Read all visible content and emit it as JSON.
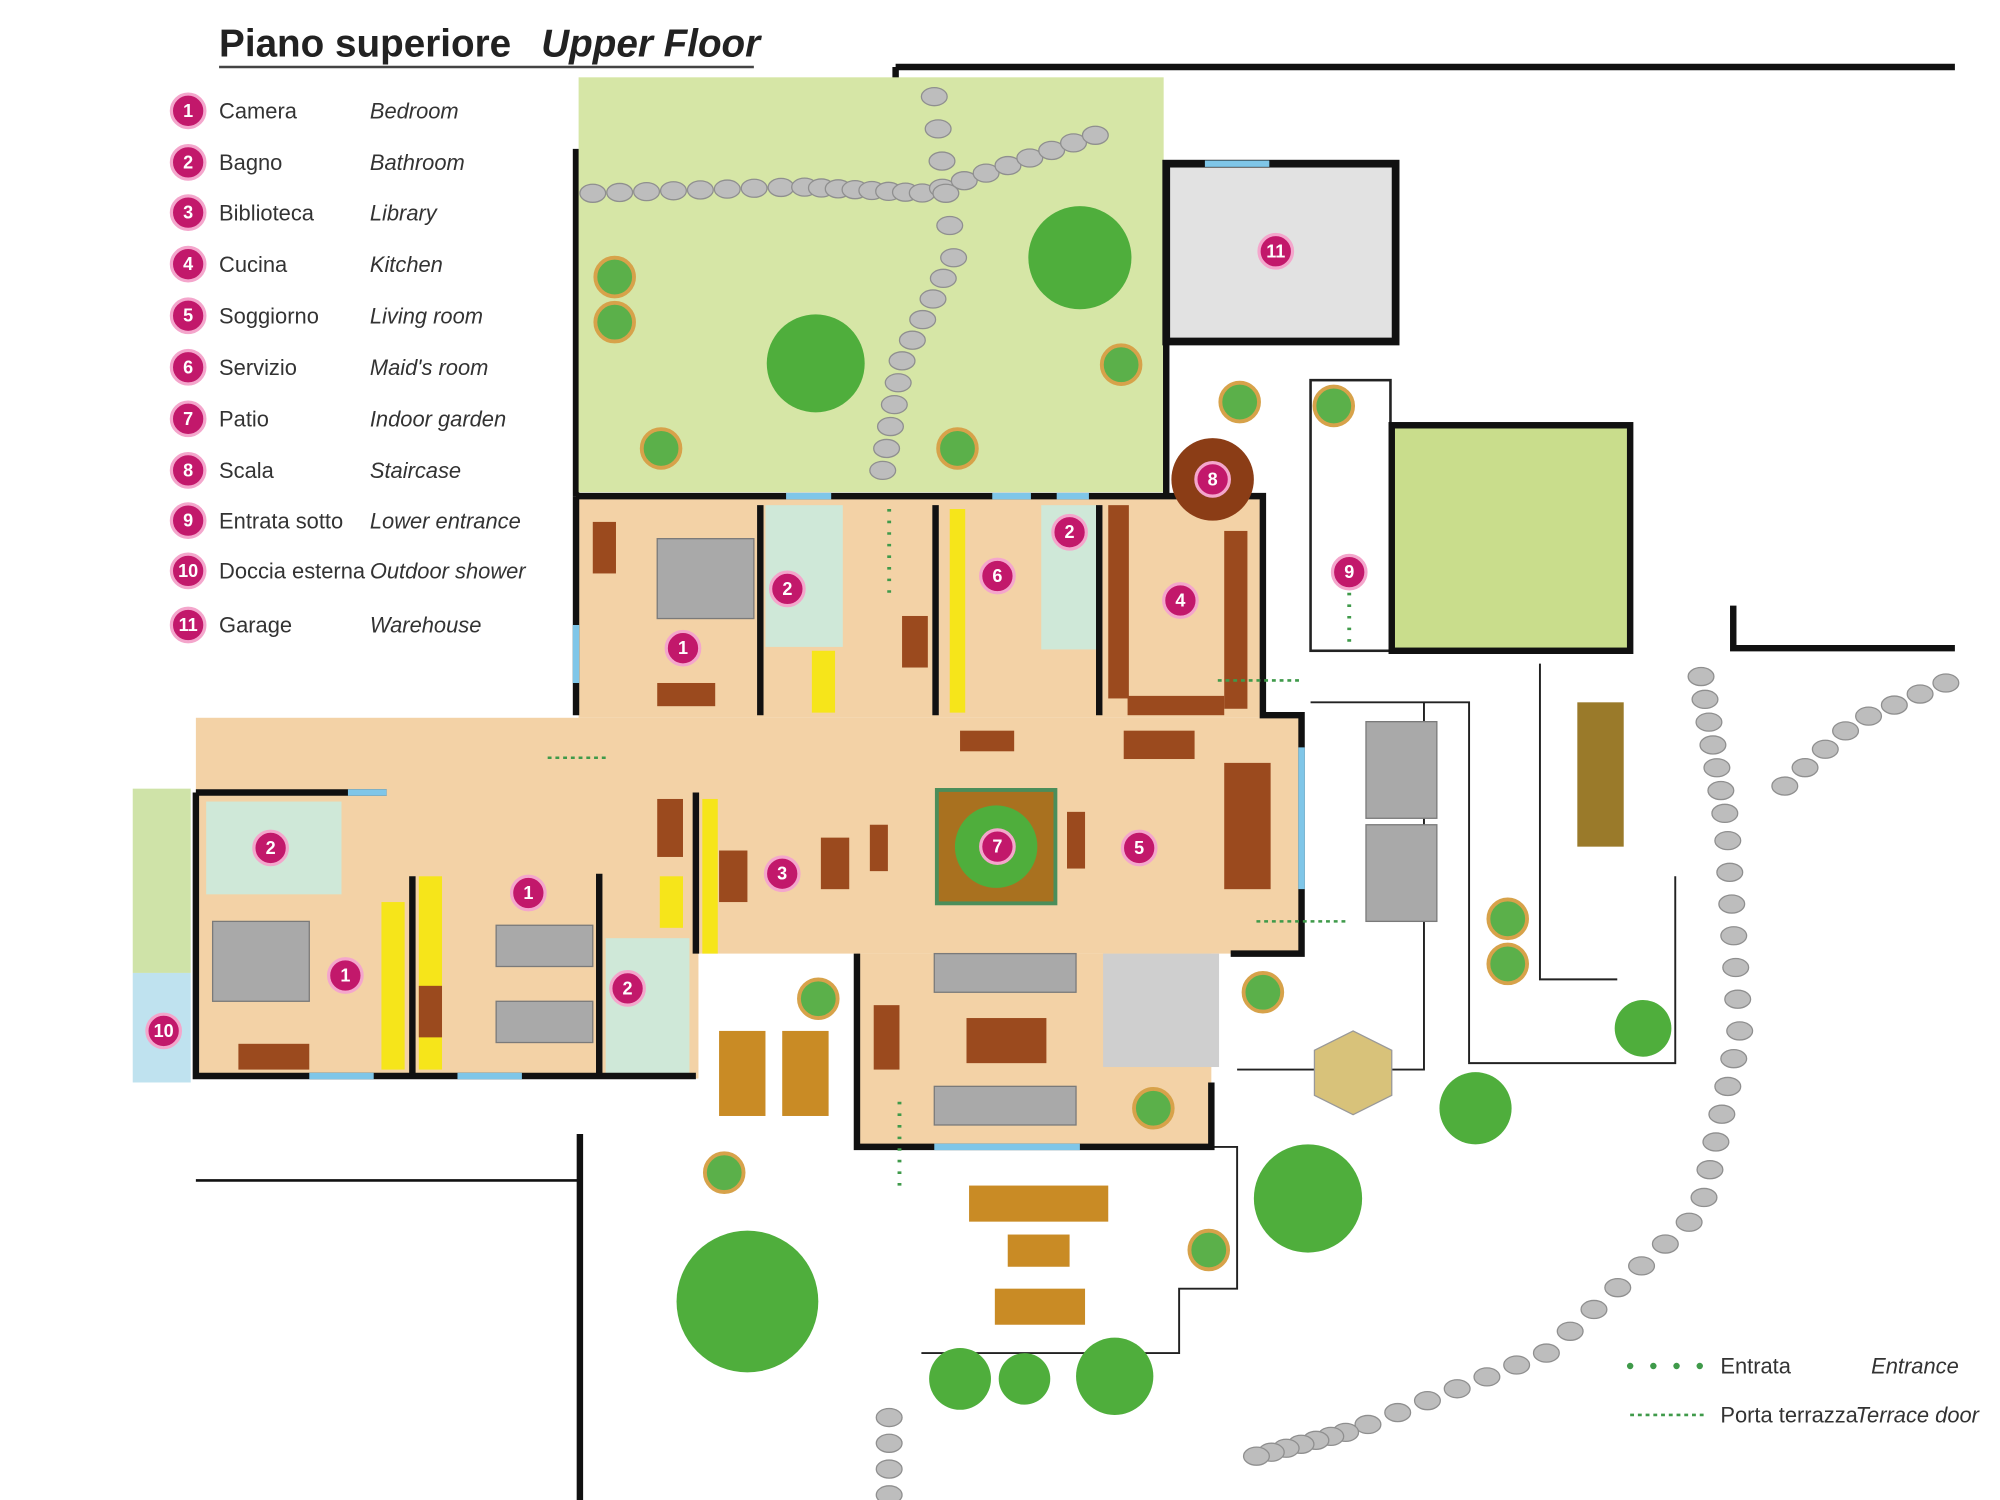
{
  "title": {
    "italian": "Piano superiore",
    "english": "Upper Floor"
  },
  "legend": [
    {
      "num": "1",
      "italian": "Camera",
      "english": "Bedroom"
    },
    {
      "num": "2",
      "italian": "Bagno",
      "english": "Bathroom"
    },
    {
      "num": "3",
      "italian": "Biblioteca",
      "english": "Library"
    },
    {
      "num": "4",
      "italian": "Cucina",
      "english": "Kitchen"
    },
    {
      "num": "5",
      "italian": "Soggiorno",
      "english": "Living room"
    },
    {
      "num": "6",
      "italian": "Servizio",
      "english": "Maid's room"
    },
    {
      "num": "7",
      "italian": "Patio",
      "english": "Indoor garden"
    },
    {
      "num": "8",
      "italian": "Scala",
      "english": "Staircase"
    },
    {
      "num": "9",
      "italian": "Entrata sotto",
      "english": "Lower entrance"
    },
    {
      "num": "10",
      "italian": "Doccia esterna",
      "english": "Outdoor shower"
    },
    {
      "num": "11",
      "italian": "Garage",
      "english": "Warehouse"
    }
  ],
  "line_legend": [
    {
      "italian": "Entrata",
      "english": "Entrance"
    },
    {
      "italian": "Porta terrazza",
      "english": "Terrace door"
    }
  ],
  "room_markers": [
    "1",
    "1",
    "1",
    "2",
    "2",
    "2",
    "2",
    "3",
    "4",
    "5",
    "6",
    "7",
    "8",
    "9",
    "10",
    "11"
  ],
  "colors": {
    "marker": "#c2186b",
    "floor": "#f3d2a6",
    "garden": "#d6e6a6",
    "entrance_line": "#3f9a4a"
  }
}
